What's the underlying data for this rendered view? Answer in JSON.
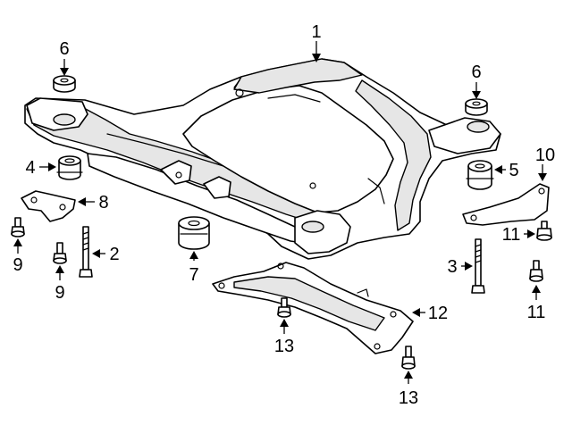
{
  "diagram": {
    "callouts": [
      {
        "id": "frame",
        "label": "1"
      },
      {
        "id": "bolt-long-a",
        "label": "2"
      },
      {
        "id": "bolt-long-b",
        "label": "3"
      },
      {
        "id": "bushing-left",
        "label": "4"
      },
      {
        "id": "bushing-right",
        "label": "5"
      },
      {
        "id": "stopper-left",
        "label": "6"
      },
      {
        "id": "stopper-right",
        "label": "6"
      },
      {
        "id": "mount-bushing",
        "label": "7"
      },
      {
        "id": "bracket-left",
        "label": "8"
      },
      {
        "id": "bolt-a",
        "label": "9"
      },
      {
        "id": "bolt-b",
        "label": "9"
      },
      {
        "id": "bracket-right",
        "label": "10"
      },
      {
        "id": "bolt-c",
        "label": "11"
      },
      {
        "id": "bolt-d",
        "label": "11"
      },
      {
        "id": "crossmember",
        "label": "12"
      },
      {
        "id": "bolt-e",
        "label": "13"
      },
      {
        "id": "bolt-f",
        "label": "13"
      }
    ]
  }
}
